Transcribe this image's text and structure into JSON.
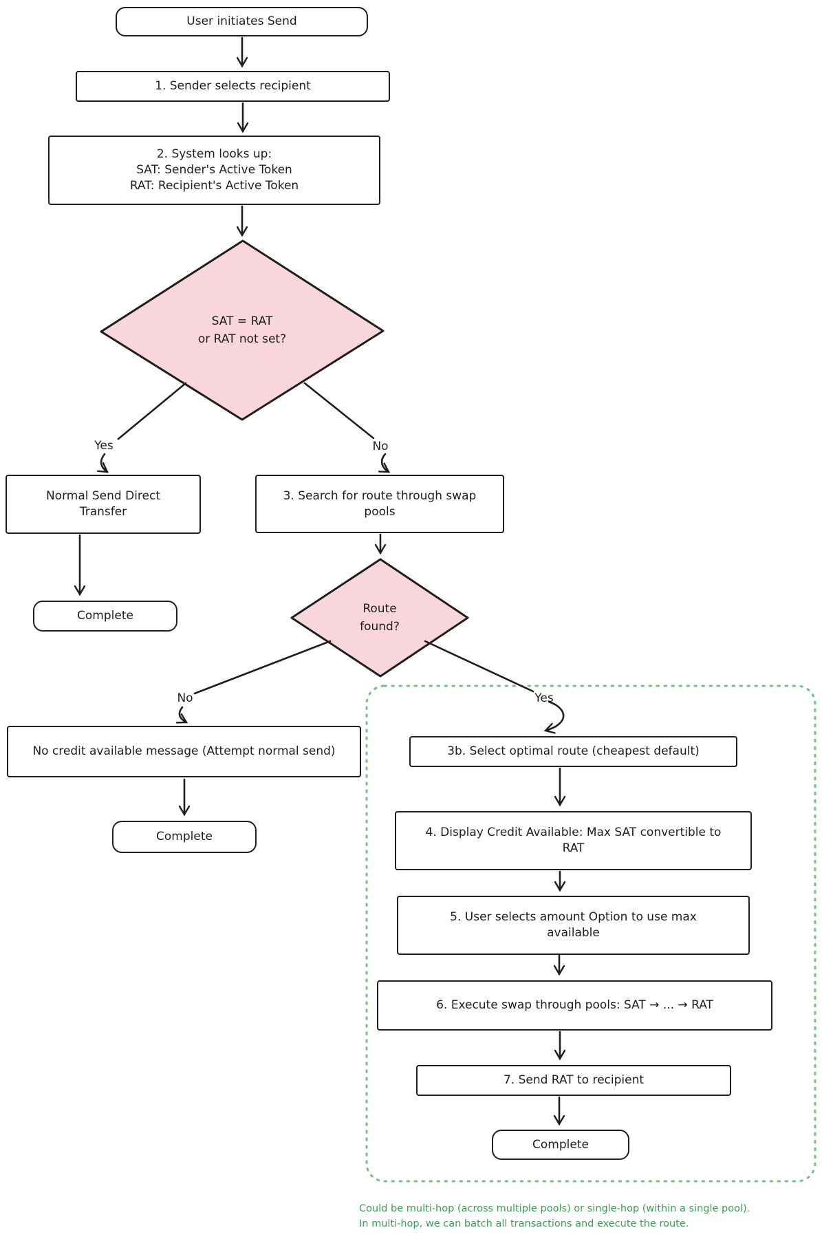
{
  "flowchart": {
    "nodes": {
      "start": "User initiates Send",
      "step1": "1. Sender selects recipient",
      "step2": {
        "line1": "2. System looks up:",
        "line2": "SAT: Sender's Active Token",
        "line3": "RAT: Recipient's Active Token"
      },
      "decision1": {
        "line1": "SAT = RAT",
        "line2": "or RAT not set?"
      },
      "normal_send": {
        "line1": "Normal Send Direct",
        "line2": "Transfer"
      },
      "complete_left": "Complete",
      "step3": {
        "line1": "3. Search for route through swap",
        "line2": "pools"
      },
      "decision2": {
        "line1": "Route",
        "line2": "found?"
      },
      "no_credit": "No credit available message (Attempt normal send)",
      "complete_mid": "Complete",
      "step3b": "3b. Select optimal route (cheapest default)",
      "step4": {
        "line1": "4. Display Credit Available: Max SAT convertible to",
        "line2": "RAT"
      },
      "step5": {
        "line1": "5. User selects amount Option to use max",
        "line2": "available"
      },
      "step6": "6. Execute swap through pools: SAT → ... → RAT",
      "step7": "7. Send RAT to recipient",
      "complete_right": "Complete"
    },
    "edge_labels": {
      "yes1": "Yes",
      "no1": "No",
      "no2": "No",
      "yes2": "Yes"
    },
    "footnote": {
      "line1": "Could be multi-hop (across multiple pools) or single-hop (within a single pool).",
      "line2": "In multi-hop, we can batch all transactions and execute the route."
    },
    "colors": {
      "decision_fill": "#f8d6dc",
      "stroke": "#1e1e1e",
      "group_border": "#6fc27f",
      "footnote_text": "#3a9f53"
    }
  }
}
